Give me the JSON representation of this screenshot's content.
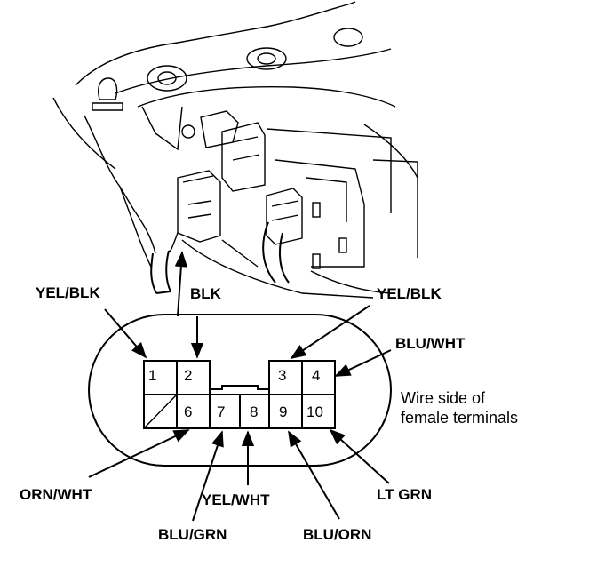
{
  "pins": {
    "p1": "1",
    "p2": "2",
    "p3": "3",
    "p4": "4",
    "p6": "6",
    "p7": "7",
    "p8": "8",
    "p9": "9",
    "p10": "10"
  },
  "wires": {
    "yel_blk_left": "YEL/BLK",
    "blk": "BLK",
    "yel_blk_right": "YEL/BLK",
    "blu_wht": "BLU/WHT",
    "orn_wht": "ORN/WHT",
    "yel_wht": "YEL/WHT",
    "blu_grn": "BLU/GRN",
    "blu_orn": "BLU/ORN",
    "lt_grn": "LT GRN"
  },
  "note": {
    "line1": "Wire side of",
    "line2": "female terminals"
  }
}
